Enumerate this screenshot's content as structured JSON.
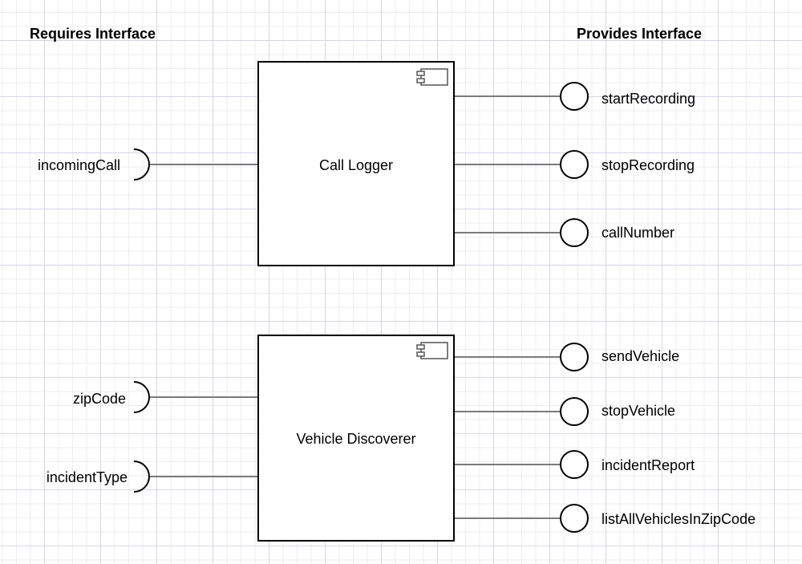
{
  "headers": {
    "requires": "Requires Interface",
    "provides": "Provides Interface"
  },
  "components": {
    "call_logger": {
      "name": "Call Logger",
      "requires": [
        "incomingCall"
      ],
      "provides": [
        "startRecording",
        "stopRecording",
        "callNumber"
      ]
    },
    "vehicle_discoverer": {
      "name": "Vehicle Discoverer",
      "requires": [
        "zipCode",
        "incidentType"
      ],
      "provides": [
        "sendVehicle",
        "stopVehicle",
        "incidentReport",
        "listAllVehiclesInZipCode"
      ]
    }
  },
  "colors": {
    "line": "#7a7a7a",
    "stroke": "#000000",
    "box_fill": "#ffffff"
  }
}
